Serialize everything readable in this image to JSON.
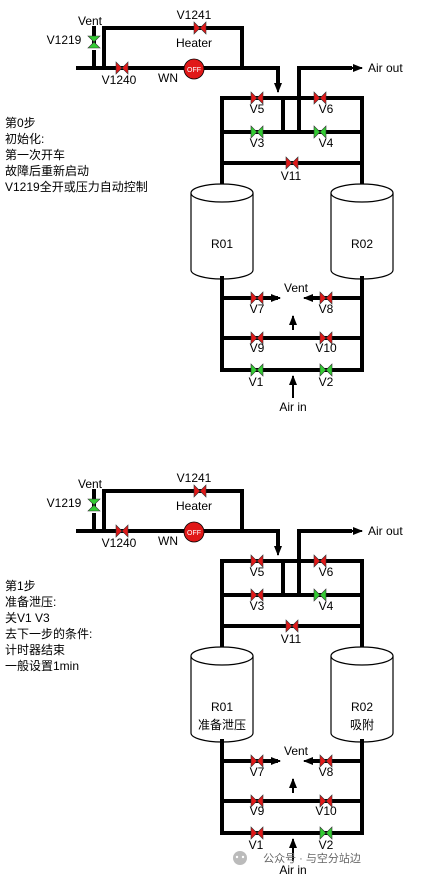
{
  "colors": {
    "valve_closed": "#e01818",
    "valve_open": "#33cc33",
    "pump_off": "#e01818",
    "pipe": "#000000"
  },
  "watermark": "公众号 · 与空分站边",
  "panels": [
    {
      "step_lines": [
        "第0步",
        "初始化:",
        "第一次开车",
        "故障后重新启动",
        "V1219全开或压力自动控制"
      ],
      "labels": {
        "vent_top": "Vent",
        "v1219": "V1219",
        "v1241": "V1241",
        "heater": "Heater",
        "v1240": "V1240",
        "wn": "WN",
        "pump": "OFF",
        "air_out": "Air out",
        "v5": "V5",
        "v6": "V6",
        "v3": "V3",
        "v4": "V4",
        "v11": "V11",
        "r01": "R01",
        "r02": "R02",
        "vent_mid": "Vent",
        "v7": "V7",
        "v8": "V8",
        "v9": "V9",
        "v10": "V10",
        "v1": "V1",
        "v2": "V2",
        "air_in": "Air in"
      },
      "tank_sub": {
        "r01": "",
        "r02": ""
      },
      "valves": {
        "v1219": "open",
        "v1241": "closed",
        "v1240": "closed",
        "v5": "closed",
        "v6": "closed",
        "v3": "open",
        "v4": "open",
        "v11": "closed",
        "v7": "closed",
        "v8": "closed",
        "v9": "closed",
        "v10": "closed",
        "v1": "open",
        "v2": "open"
      }
    },
    {
      "step_lines": [
        "第1步",
        "准备泄压:",
        "关V1 V3",
        "去下一步的条件:",
        "计时器结束",
        "一般设置1min"
      ],
      "labels": {
        "vent_top": "Vent",
        "v1219": "V1219",
        "v1241": "V1241",
        "heater": "Heater",
        "v1240": "V1240",
        "wn": "WN",
        "pump": "OFF",
        "air_out": "Air out",
        "v5": "V5",
        "v6": "V6",
        "v3": "V3",
        "v4": "V4",
        "v11": "V11",
        "r01": "R01",
        "r02": "R02",
        "vent_mid": "Vent",
        "v7": "V7",
        "v8": "V8",
        "v9": "V9",
        "v10": "V10",
        "v1": "V1",
        "v2": "V2",
        "air_in": "Air in"
      },
      "tank_sub": {
        "r01": "准备泄压",
        "r02": "吸附"
      },
      "valves": {
        "v1219": "open",
        "v1241": "closed",
        "v1240": "closed",
        "v5": "closed",
        "v6": "closed",
        "v3": "closed",
        "v4": "open",
        "v11": "closed",
        "v7": "closed",
        "v8": "closed",
        "v9": "closed",
        "v10": "closed",
        "v1": "closed",
        "v2": "open"
      }
    }
  ]
}
